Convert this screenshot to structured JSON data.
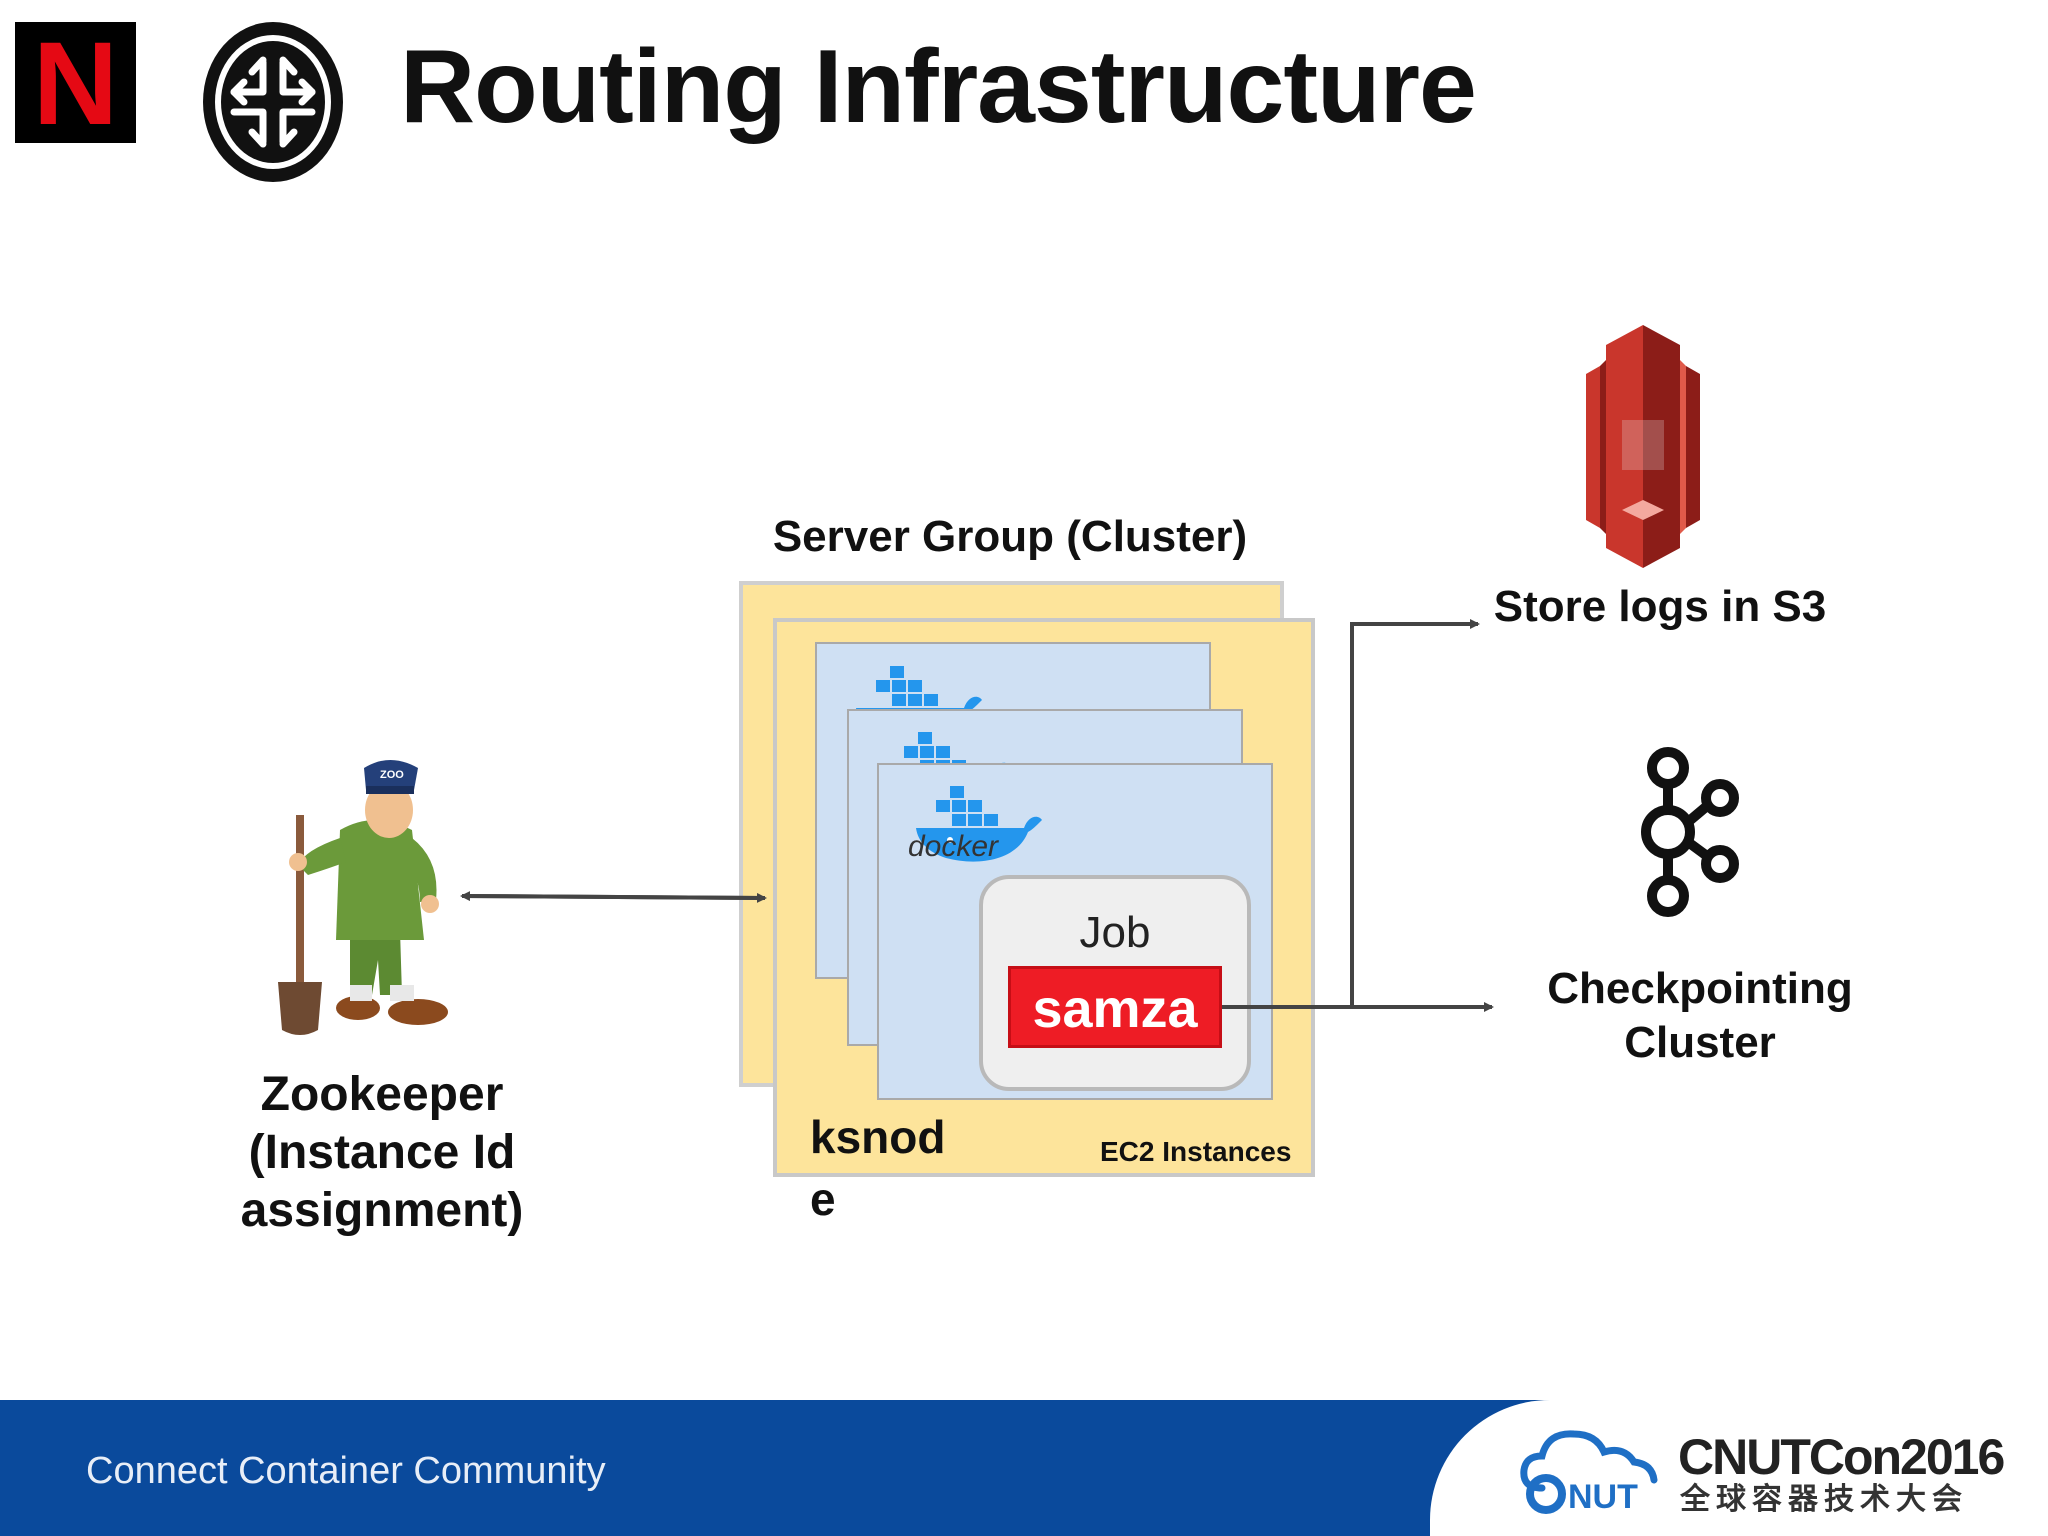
{
  "slide": {
    "title": "Routing Infrastructure",
    "logo_letter": "N"
  },
  "diagram": {
    "server_group_label": "Server Group (Cluster)",
    "zookeeper_label": "Zookeeper (Instance Id assignment)",
    "s3_label": "Store logs in S3",
    "checkpoint_label": "Checkpointing Cluster",
    "node_label": "ksnode",
    "instances_label": "EC2 Instances",
    "job_label": "Job",
    "samza_label": "samza",
    "docker_text": "docker",
    "mascot_cap_text": "ZOO"
  },
  "footer": {
    "tagline": "Connect Container Community",
    "conference_name": "CNUTCon2016",
    "conference_cn": "全球容器技术大会",
    "cnut_logo_text": "NUT"
  },
  "colors": {
    "cluster_fill": "#fde49b",
    "instance_fill": "#cfe0f3",
    "samza_red": "#ee1c25",
    "docker_blue": "#2496ed",
    "s3_red": "#c9362c",
    "footer_blue": "#0a4a9c",
    "netflix_red": "#e50914"
  }
}
